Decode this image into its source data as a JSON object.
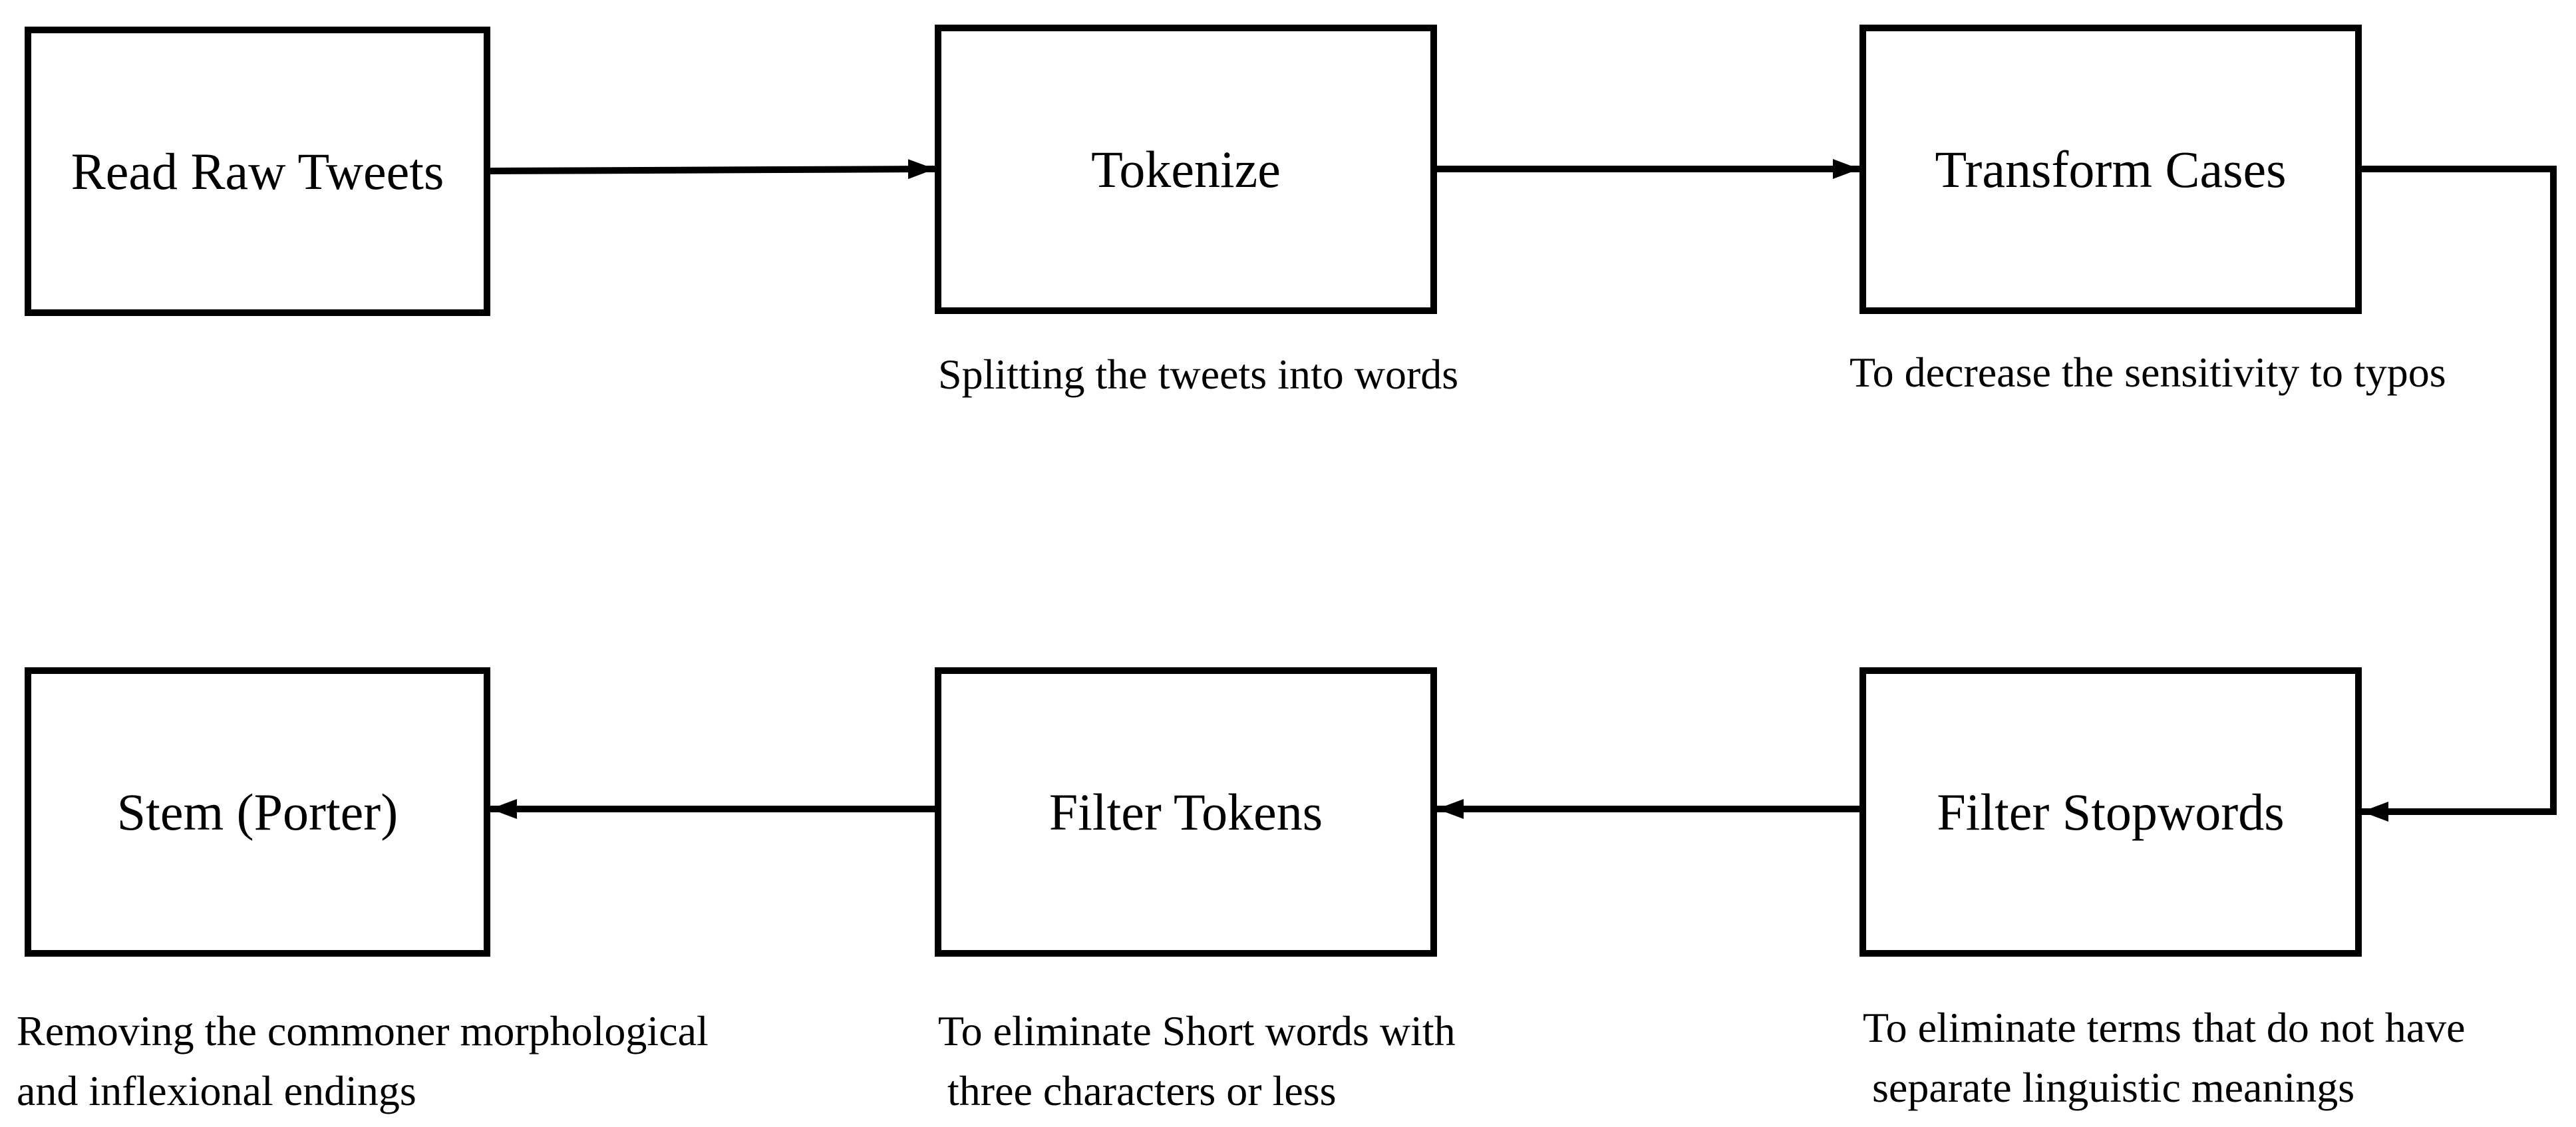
{
  "nodes": {
    "read_raw_tweets": "Read Raw Tweets",
    "tokenize": "Tokenize",
    "transform_cases": "Transform Cases",
    "filter_stopwords": "Filter Stopwords",
    "filter_tokens": "Filter Tokens",
    "stem": "Stem (Porter)"
  },
  "captions": {
    "tokenize": [
      "Splitting the tweets into words"
    ],
    "transform_cases": [
      "To decrease the sensitivity to typos"
    ],
    "filter_stopwords": [
      "To eliminate terms that do not have",
      "separate linguistic meanings"
    ],
    "filter_tokens": [
      "To eliminate Short words with",
      "three characters or less"
    ],
    "stem": [
      "Removing the commoner morphological",
      "and inflexional endings"
    ]
  },
  "flow": [
    [
      "read_raw_tweets",
      "tokenize"
    ],
    [
      "tokenize",
      "transform_cases"
    ],
    [
      "transform_cases",
      "filter_stopwords"
    ],
    [
      "filter_stopwords",
      "filter_tokens"
    ],
    [
      "filter_tokens",
      "stem"
    ]
  ]
}
